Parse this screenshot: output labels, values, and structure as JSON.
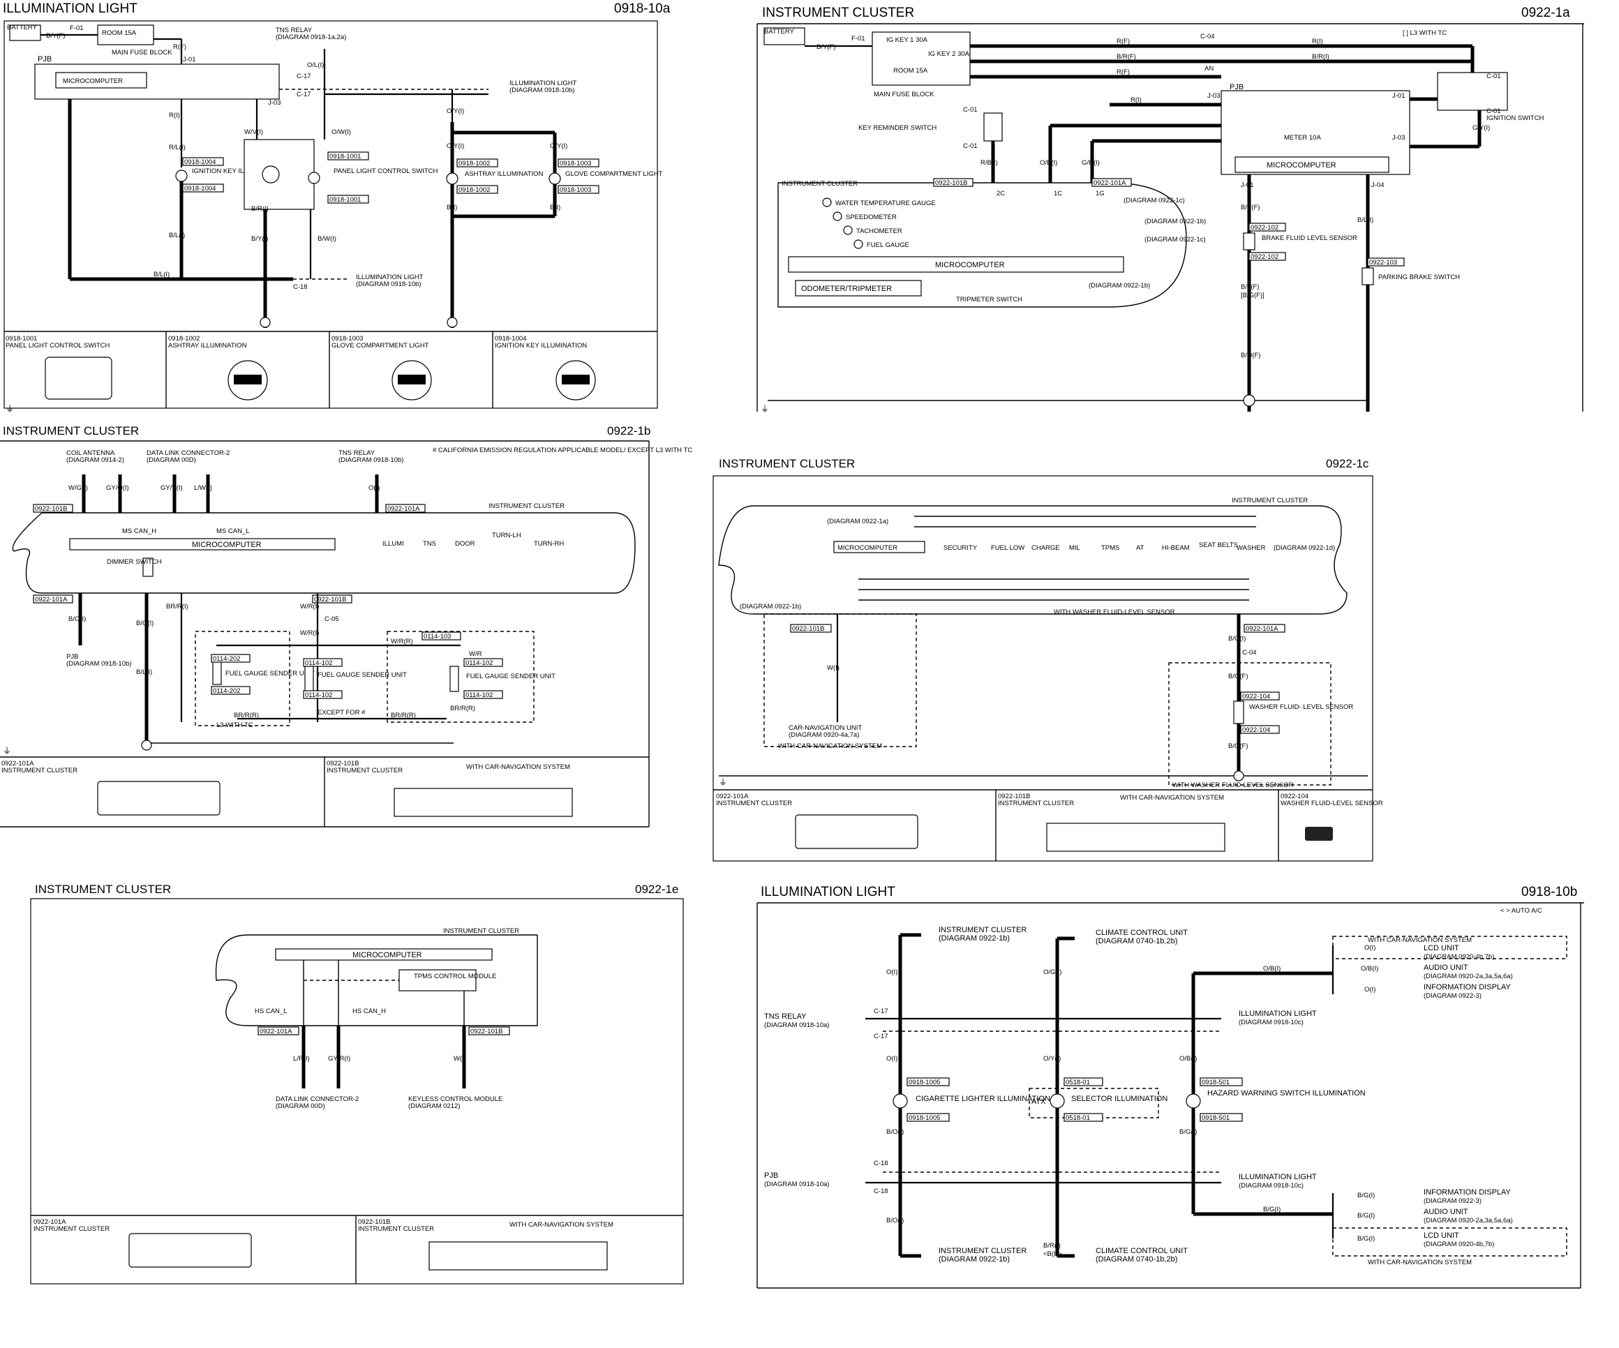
{
  "panels": [
    {
      "id": "p1",
      "title": "ILLUMINATION LIGHT",
      "code": "0918-10a"
    },
    {
      "id": "p2",
      "title": "INSTRUMENT CLUSTER",
      "code": "0922-1a"
    },
    {
      "id": "p3",
      "title": "INSTRUMENT CLUSTER",
      "code": "0922-1b"
    },
    {
      "id": "p4",
      "title": "INSTRUMENT CLUSTER",
      "code": "0922-1c"
    },
    {
      "id": "p5",
      "title": "INSTRUMENT CLUSTER",
      "code": "0922-1e"
    },
    {
      "id": "p6",
      "title": "ILLUMINATION LIGHT",
      "code": "0918-10b"
    }
  ],
  "p1": {
    "battery": "BATTERY",
    "fuse": "ROOM 15A",
    "fuse_block": "MAIN FUSE BLOCK",
    "f01": "F-01",
    "pjb": "PJB",
    "micro": "MICROCOMPUTER",
    "tns": "TNS RELAY",
    "tns_ref": "(DIAGRAM 0918-1a,2a)",
    "j01": "J-01",
    "j03": "J-03",
    "c17": "C-17",
    "c18": "C-18",
    "illum_a": "ILLUMINATION LIGHT",
    "illum_a_ref": "(DIAGRAM 0918-10b)",
    "ign_key": "IGNITION KEY ILLUMINATION",
    "panel_sw": "PANEL LIGHT CONTROL SWITCH",
    "ashtray": "ASHTRAY ILLUMINATION",
    "glove": "GLOVE COMPARTMENT LIGHT",
    "wires": [
      "R(F)",
      "B/Y(F)",
      "R(I)",
      "R/L(I)",
      "W/V(I)",
      "O/W(I)",
      "O/Y(I)",
      "B/R(I)",
      "B/Y(I)",
      "B/W(I)",
      "B/L(I)",
      "B(I)",
      "O/L(I)"
    ],
    "conn": [
      "0918-1004",
      "0918-1001",
      "0918-1002",
      "0918-1003"
    ],
    "legend": [
      {
        "code": "0918-1001",
        "name": "PANEL LIGHT CONTROL SWITCH"
      },
      {
        "code": "0918-1002",
        "name": "ASHTRAY ILLUMINATION"
      },
      {
        "code": "0918-1003",
        "name": "GLOVE COMPARTMENT LIGHT"
      },
      {
        "code": "0918-1004",
        "name": "IGNITION KEY ILLUMINATION"
      }
    ]
  },
  "p2": {
    "battery": "BATTERY",
    "l3": "[ ] L3 WITH TC",
    "f01": "F-01",
    "ig1": "IG KEY 1 30A",
    "ig2": "IG KEY 2 30A",
    "room": "ROOM 15A",
    "fuse_block": "MAIN FUSE BLOCK",
    "c04": "C-04",
    "an": "AN",
    "pjb": "PJB",
    "j03": "J-03",
    "j01": "J-01",
    "c01": "C-01",
    "key_rem": "KEY REMINDER SWITCH",
    "ign_sw": "IGNITION SWITCH",
    "meter": "METER 10A",
    "micro": "MICROCOMPUTER",
    "cluster": "INSTRUMENT CLUSTER",
    "gauges": [
      "WATER TEMPERATURE GAUGE",
      "SPEEDOMETER",
      "TACHOMETER",
      "FUEL GAUGE"
    ],
    "odo": "ODOMETER/TRIPMETER",
    "trip_sw": "TRIPMETER SWITCH",
    "refs": [
      "(DIAGRAM 0922-1c)",
      "(DIAGRAM 0922-1b)",
      "(DIAGRAM 0922-1c)",
      "(DIAGRAM 0922-1b)"
    ],
    "brake_fluid": "BRAKE FLUID LEVEL SENSOR",
    "parking": "PARKING BRAKE SWITCH",
    "conn": [
      "0922-101B",
      "0922-101A",
      "0922-102",
      "0922-103"
    ],
    "pins": [
      "2C",
      "1C",
      "1G",
      "J-01",
      "J-04"
    ],
    "wires": [
      "B/Y(F)",
      "R(F)",
      "B/R(F)",
      "R(I)",
      "B/R(I)",
      "R/B(I)",
      "O/B(I)",
      "G/R(I)",
      "G/Y(I)",
      "B/L(F)",
      "[B/G(F)]",
      "B/O(F)",
      "B/L(I)"
    ]
  },
  "p3": {
    "coil": "COIL ANTENNA",
    "coil_ref": "(DIAGRAM 0914-2)",
    "dlc": "DATA LINK CONNECTOR-2",
    "dlc_ref": "(DIAGRAM 00D)",
    "tns": "TNS RELAY",
    "tns_ref": "(DIAGRAM 0918-10b)",
    "note": "# CALIFORNIA EMISSION REGULATION APPLICABLE MODEL/ EXCEPT L3 WITH TC",
    "cluster": "INSTRUMENT CLUSTER",
    "micro": "MICROCOMPUTER",
    "ms_h": "MS CAN_H",
    "ms_l": "MS CAN_L",
    "illumi": "ILLUMI",
    "tns_lbl": "TNS",
    "door": "DOOR",
    "turn_lh": "TURN-LH",
    "turn_rh": "TURN-RH",
    "dimmer": "DIMMER SWITCH",
    "pjb": "PJB",
    "pjb_ref": "(DIAGRAM 0918-10b)",
    "fuel1": "FUEL GAUGE SENDER UNIT",
    "l3": "L3 WITH TC",
    "except": "EXCEPT FOR #",
    "c05": "C-05",
    "wires": [
      "W/G(I)",
      "GY/O(I)",
      "GY/V(I)",
      "L/W(I)",
      "O(I)",
      "B/O(I)",
      "BR/R(I)",
      "W/R(I)",
      "W/R(R)",
      "BR/R(R)",
      "B/L(I)",
      "W/R"
    ],
    "conn": [
      "0922-101B",
      "0922-101A",
      "0114-202",
      "0114-102",
      "0114-103"
    ],
    "legend": [
      {
        "code": "0922-101A",
        "name": "INSTRUMENT CLUSTER"
      },
      {
        "code": "0922-101B",
        "name": "INSTRUMENT CLUSTER"
      }
    ],
    "with_nav": "WITH CAR-NAVIGATION SYSTEM"
  },
  "p4": {
    "cluster": "INSTRUMENT CLUSTER",
    "micro": "MICROCOMPUTER",
    "indicators": [
      "SECURITY",
      "FUEL LOW",
      "CHARGE",
      "MIL",
      "TPMS",
      "AT",
      "HI-BEAM",
      "SEAT BELTS",
      "WASHER"
    ],
    "ref_1a": "(DIAGRAM 0922-1a)",
    "ref_1d": "(DIAGRAM 0922-1d)",
    "ref_1b": "(DIAGRAM 0922-1b)",
    "washer_sens": "WITH WASHER FLUID-LEVEL SENSOR",
    "car_nav": "CAR-NAVIGATION UNIT",
    "car_nav_ref": "(DIAGRAM 0920-4a,7a)",
    "with_nav": "WITH CAR-NAVIGATION SYSTEM",
    "washer_fluid": "WASHER FLUID- LEVEL SENSOR",
    "c04": "C-04",
    "wires": [
      "W(I)",
      "B/G(I)",
      "B/G(F)",
      "B/O(F)"
    ],
    "conn": [
      "0922-101B",
      "0922-101A",
      "0922-104"
    ],
    "legend": [
      {
        "code": "0922-101A",
        "name": "INSTRUMENT CLUSTER"
      },
      {
        "code": "0922-101B",
        "name": "INSTRUMENT CLUSTER"
      },
      {
        "code": "0922-104",
        "name": "WASHER FLUID-LEVEL SENSOR"
      }
    ]
  },
  "p5": {
    "cluster": "INSTRUMENT CLUSTER",
    "micro": "MICROCOMPUTER",
    "tpms": "TPMS CONTROL MODULE",
    "hs_l": "HS CAN_L",
    "hs_h": "HS CAN_H",
    "dlc": "DATA LINK CONNECTOR-2",
    "dlc_ref": "(DIAGRAM 00D)",
    "keyless": "KEYLESS CONTROL MODULE",
    "keyless_ref": "(DIAGRAM 0212)",
    "wires": [
      "L/R(I)",
      "GY/R(I)",
      "W(I)"
    ],
    "conn": [
      "0922-101A",
      "0922-101B"
    ],
    "legend": [
      {
        "code": "0922-101A",
        "name": "INSTRUMENT CLUSTER"
      },
      {
        "code": "0922-101B",
        "name": "INSTRUMENT CLUSTER"
      }
    ],
    "with_nav": "WITH CAR-NAVIGATION SYSTEM"
  },
  "p6": {
    "auto": "< > AUTO A/C",
    "cluster": "INSTRUMENT CLUSTER",
    "cluster_ref": "(DIAGRAM 0922-1b)",
    "climate": "CLIMATE CONTROL UNIT",
    "climate_ref": "(DIAGRAM 0740-1b,2b)",
    "with_nav": "WITH CAR-NAVIGATION SYSTEM",
    "lcd": "LCD UNIT",
    "lcd_ref": "(DIAGRAM 0920-4b,7b)",
    "audio": "AUDIO UNIT",
    "audio_ref": "(DIAGRAM 0920-2a,3a,5a,6a)",
    "info": "INFORMATION DISPLAY",
    "info_ref": "(DIAGRAM 0922-3)",
    "tns": "TNS RELAY",
    "tns_ref": "(DIAGRAM 0918-10a)",
    "illum": "ILLUMINATION LIGHT",
    "illum_ref": "(DIAGRAM 0918-10c)",
    "cig": "CIGARETTE LIGHTER ILLUMINATION",
    "atx": "ATX",
    "selector": "SELECTOR ILLUMINATION",
    "hazard": "HAZARD WARNING SWITCH ILLUMINATION",
    "pjb": "PJB",
    "pjb_ref": "(DIAGRAM 0918-10a)",
    "c17": "C-17",
    "c18": "C-18",
    "wires": [
      "O(I)",
      "O/G(I)",
      "O/B(I)",
      "O/Y(I)",
      "B/O(I)",
      "B/G(I)",
      "B/R(I)",
      "<B(I)>"
    ],
    "conn": [
      "0918-1005",
      "0518-01",
      "0918-501"
    ]
  }
}
